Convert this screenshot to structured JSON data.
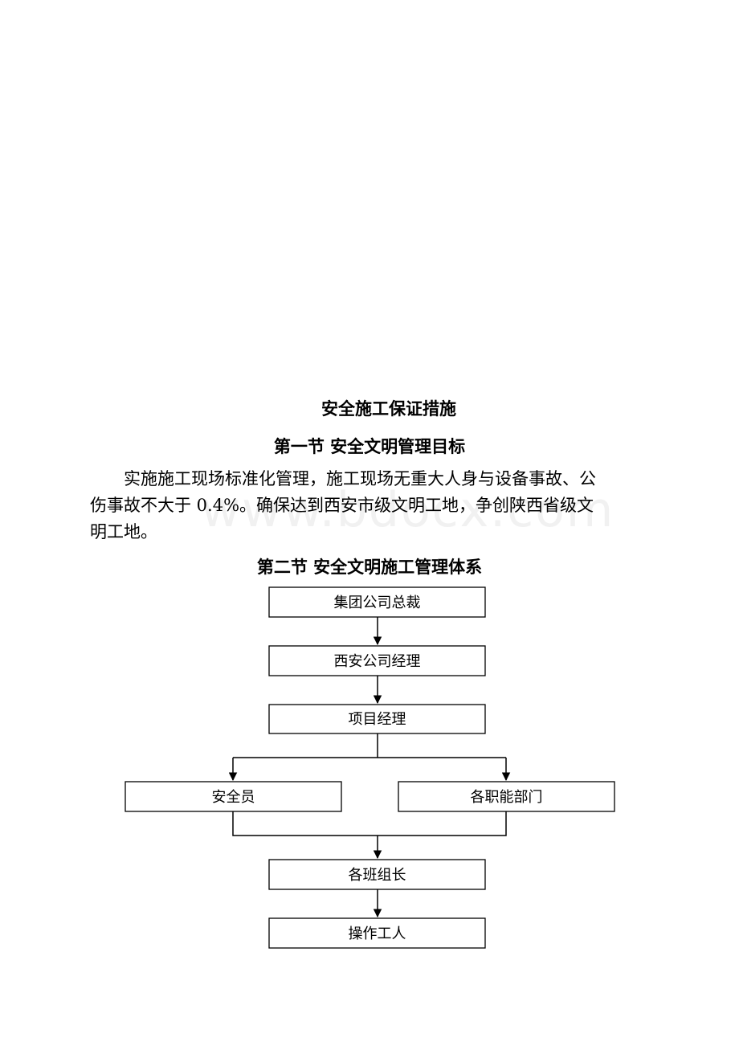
{
  "watermark": "www.bdocx.com",
  "document": {
    "title": "安全施工保证措施",
    "section1": {
      "title": "第一节 安全文明管理目标",
      "paragraph_lines": [
        "实施施工现场标准化管理，施工现场无重大人身与设备事故、公",
        "伤事故不大于 0.4%。确保达到西安市级文明工地，争创陕西省级文",
        "明工地。"
      ]
    },
    "section2": {
      "title": "第二节 安全文明施工管理体系"
    }
  },
  "org_chart": {
    "nodes": [
      {
        "id": "ceo",
        "label": "集团公司总裁"
      },
      {
        "id": "xian-manager",
        "label": "西安公司经理"
      },
      {
        "id": "project-manager",
        "label": "项目经理"
      },
      {
        "id": "safety-officer",
        "label": "安全员"
      },
      {
        "id": "departments",
        "label": "各职能部门"
      },
      {
        "id": "team-leaders",
        "label": "各班组长"
      },
      {
        "id": "workers",
        "label": "操作工人"
      }
    ],
    "edges": [
      [
        "ceo",
        "xian-manager"
      ],
      [
        "xian-manager",
        "project-manager"
      ],
      [
        "project-manager",
        "safety-officer"
      ],
      [
        "project-manager",
        "departments"
      ],
      [
        "safety-officer",
        "team-leaders"
      ],
      [
        "departments",
        "team-leaders"
      ],
      [
        "team-leaders",
        "workers"
      ]
    ]
  }
}
